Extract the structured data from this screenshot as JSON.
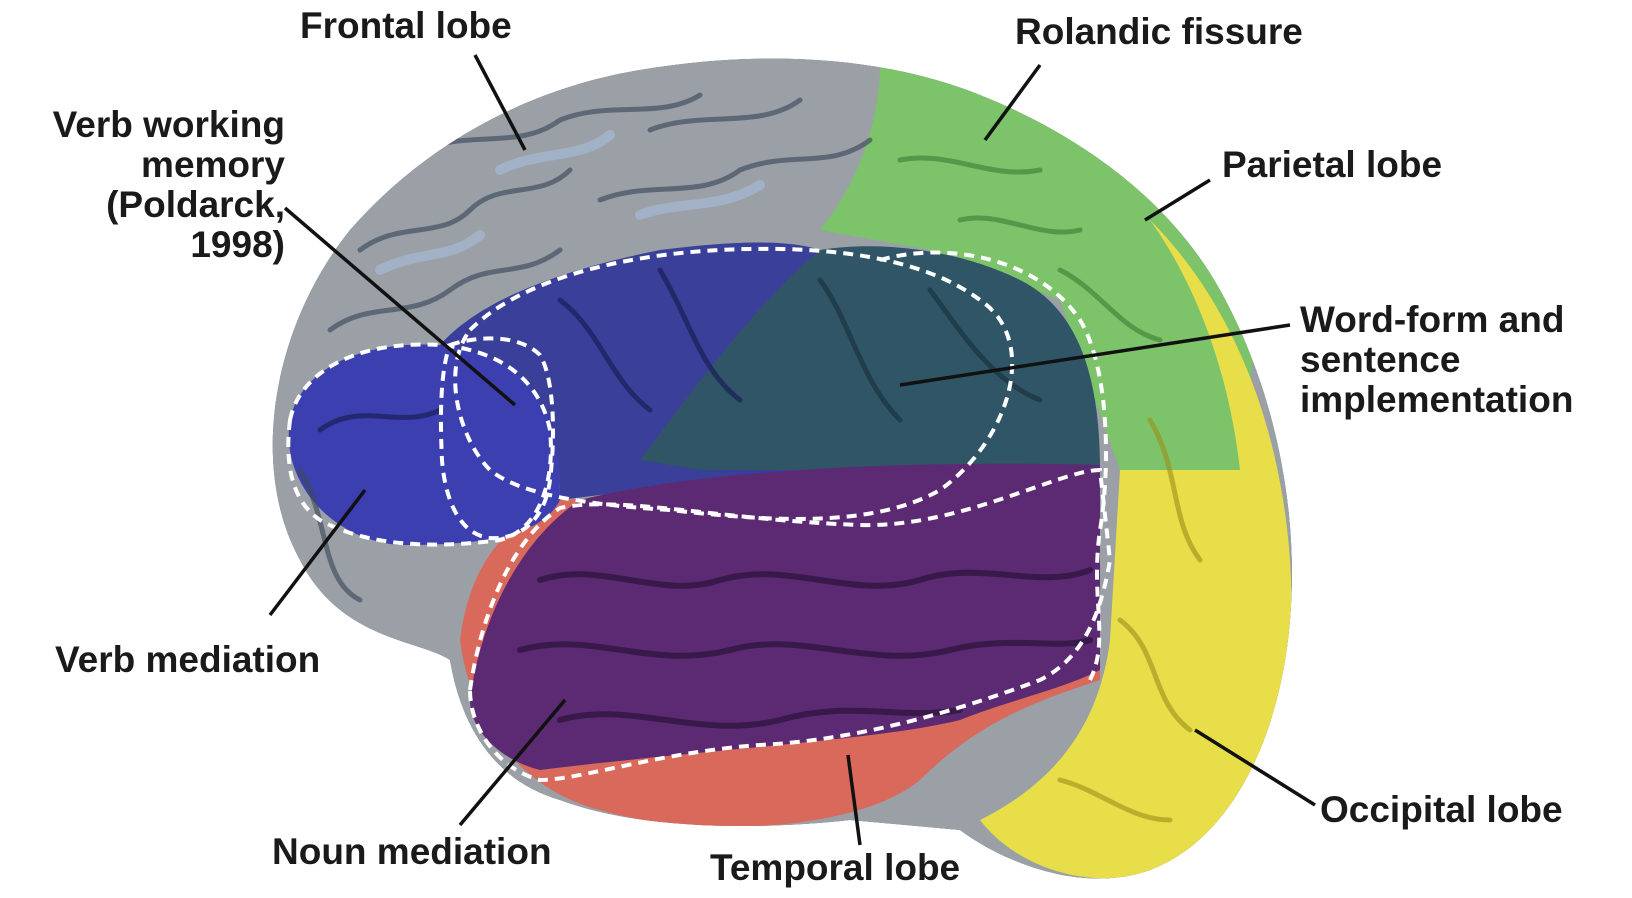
{
  "labels": {
    "frontal_lobe": "Frontal lobe",
    "rolandic_fissure": "Rolandic fissure",
    "parietal_lobe": "Parietal lobe",
    "verb_working_memory": [
      "Verb working",
      "memory",
      "(Poldarck,",
      "1998)"
    ],
    "word_form": [
      "Word-form and",
      "sentence",
      "implementation"
    ],
    "verb_mediation": "Verb mediation",
    "noun_mediation": "Noun mediation",
    "temporal_lobe": "Temporal lobe",
    "occipital_lobe": "Occipital lobe"
  },
  "colors": {
    "frontal": "#9aa0a6",
    "frontal_sulcus": "#8fa6c8",
    "parietal": "#7cc36a",
    "occipital": "#e8de4a",
    "temporal_base": "#d9695a",
    "verb_region": "#3b3fb0",
    "wordform_region": "#2f5566",
    "noun_region": "#5b2a72",
    "dashed": "#ffffff",
    "leader": "#111111"
  }
}
